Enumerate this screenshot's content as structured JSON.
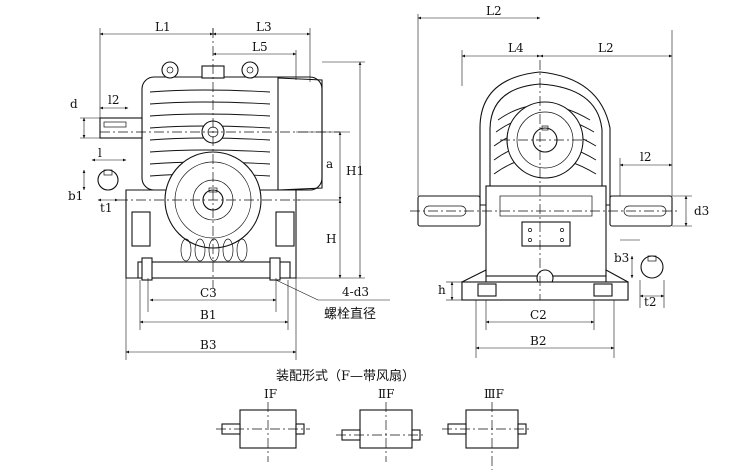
{
  "dimensions": {
    "L1": "L1",
    "L3": "L3",
    "L5": "L5",
    "L2": "L2",
    "L4": "L4",
    "l2": "l2",
    "d": "d",
    "l": "l",
    "b1": "b1",
    "t1": "t1",
    "a": "a",
    "H1": "H1",
    "H": "H",
    "C3": "C3",
    "B1": "B1",
    "B3": "B3",
    "d3": "d3",
    "b3": "b3",
    "t2": "t2",
    "h": "h",
    "C2": "C2",
    "B2": "B2",
    "bolts": "4-d3"
  },
  "bolt_label": "螺栓直径",
  "assembly_title": "装配形式（F—带风扇）",
  "assembly_forms": [
    "ⅠF",
    "ⅡF",
    "ⅢF"
  ]
}
